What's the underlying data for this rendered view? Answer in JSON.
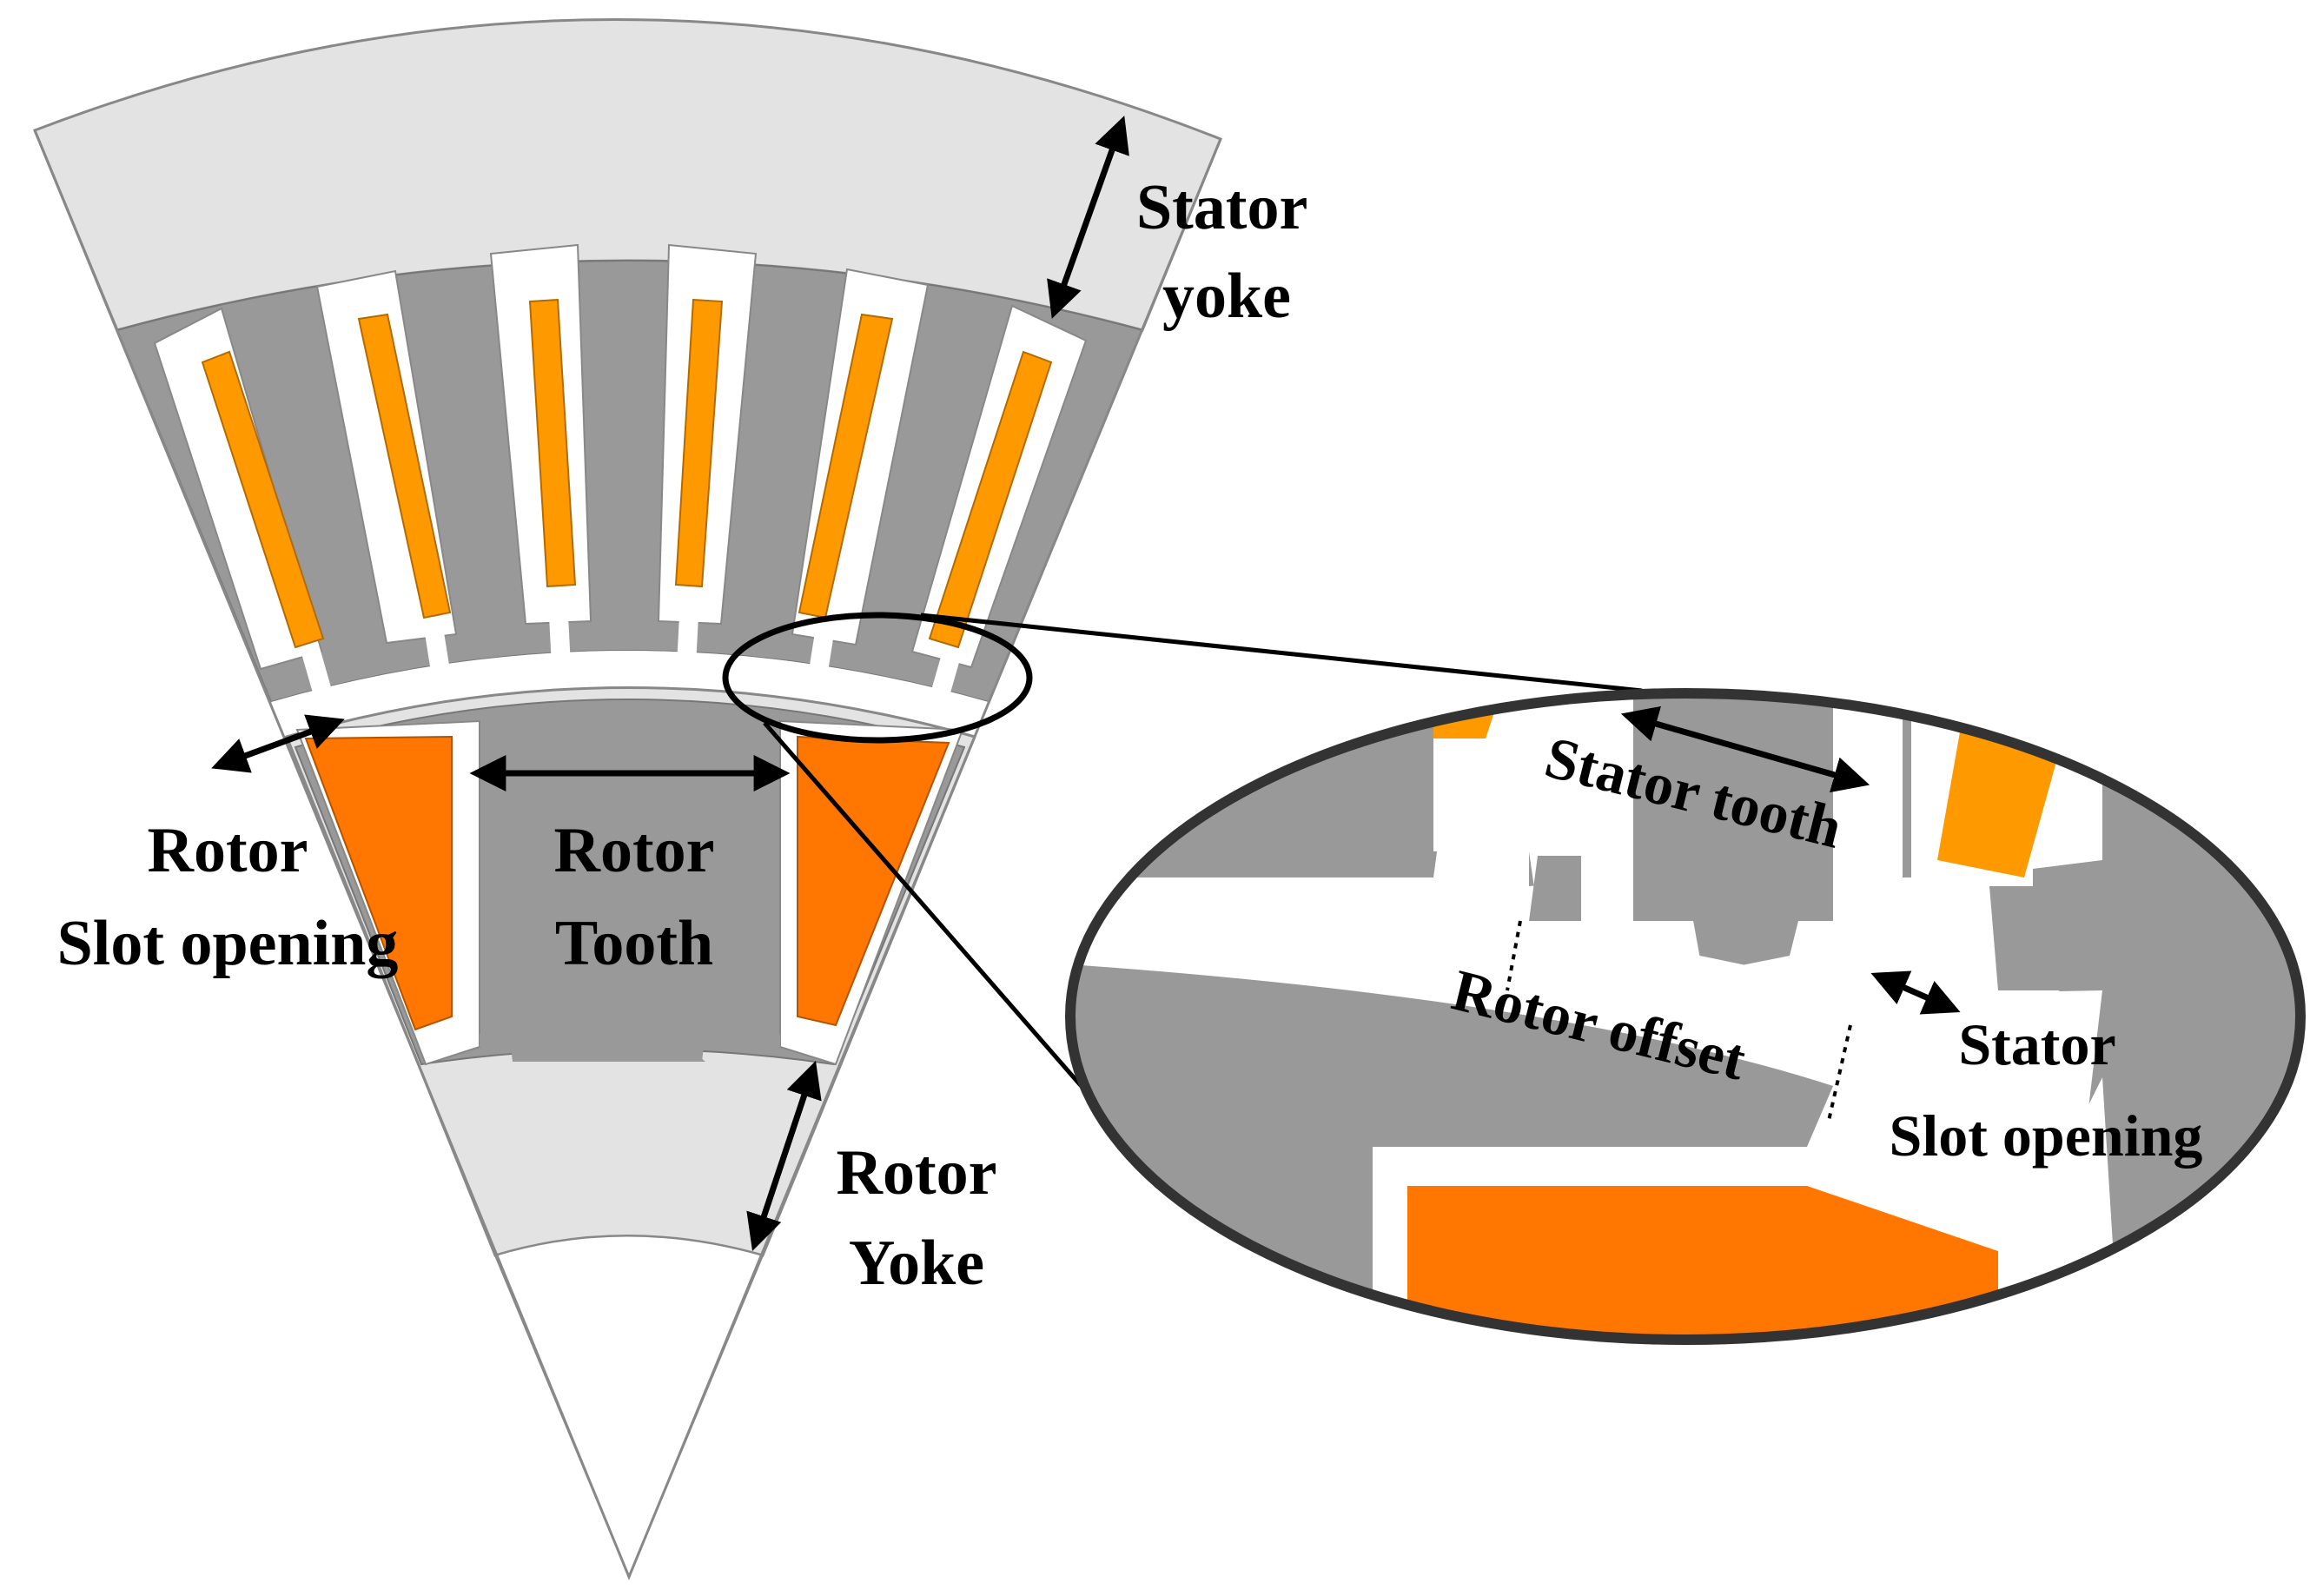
{
  "labels": {
    "stator_yoke_l1": "Stator",
    "stator_yoke_l2": "yoke",
    "rotor_slot_l1": "Rotor",
    "rotor_slot_l2": "Slot opening",
    "rotor_tooth_l1": "Rotor",
    "rotor_tooth_l2": "Tooth",
    "rotor_yoke_l1": "Rotor",
    "rotor_yoke_l2": "Yoke",
    "stator_tooth": "Stator tooth",
    "rotor_offset": "Rotor offset",
    "stator_slot_l1": "Stator",
    "stator_slot_l2": "Slot opening"
  },
  "colors": {
    "yoke_light": "#e3e3e3",
    "iron_gray": "#999999",
    "stator_coil": "#ff9900",
    "rotor_coil": "#ff7700",
    "background": "#ffffff",
    "line": "#000000"
  }
}
